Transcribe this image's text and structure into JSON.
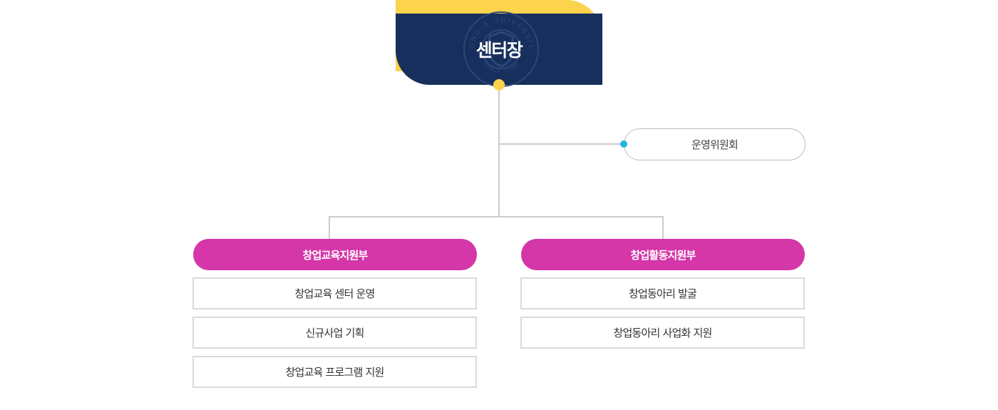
{
  "head": {
    "title": "센터장",
    "seal_text": "DONG-A UNIVERSITY",
    "seal_since": "SINCE 1946"
  },
  "committee": {
    "label": "운영위원회"
  },
  "departments": [
    {
      "label": "창업교육지원부",
      "tasks": [
        "창업교육 센터 운영",
        "신규사업 기획",
        "창업교육 프로그램 지원"
      ]
    },
    {
      "label": "창업활동지원부",
      "tasks": [
        "창업동아리 발굴",
        "창업동아리 사업화 지원"
      ]
    }
  ],
  "colors": {
    "navy": "#172f5c",
    "yellow": "#fcd34d",
    "magenta": "#d536a8",
    "cyan": "#1fb6e6",
    "line": "#cccccc"
  }
}
